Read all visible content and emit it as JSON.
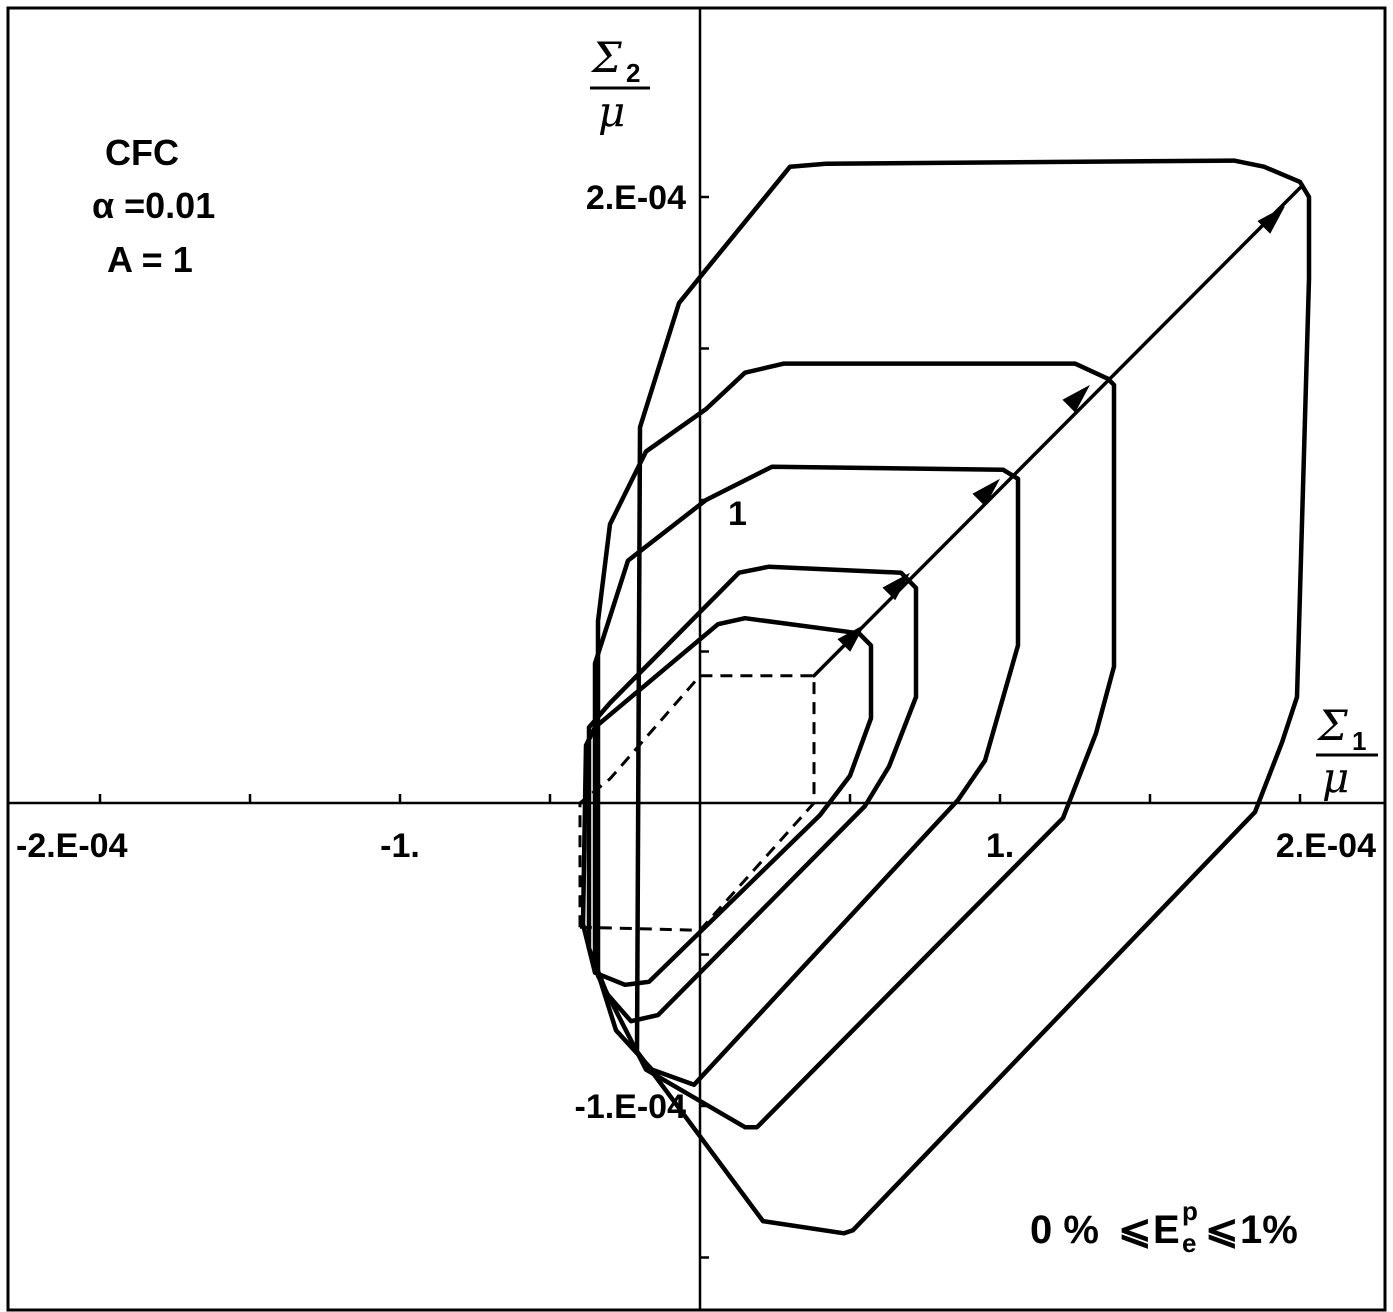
{
  "chart_data": {
    "type": "line",
    "title": "",
    "parameters": {
      "lattice": "CFC",
      "alpha_label": "α =0.01",
      "a_label": "A = 1"
    },
    "xlabel": {
      "numerator": "Σ",
      "sub": "1",
      "denominator": "μ"
    },
    "ylabel": {
      "numerator": "Σ",
      "sub": "2",
      "denominator": "μ"
    },
    "xlim": [
      -0.00023,
      0.00023
    ],
    "ylim": [
      -0.00017,
      0.000265
    ],
    "x_tick_values": [
      -0.0002,
      -0.00015,
      -0.0001,
      -5e-05,
      5e-05,
      0.0001,
      0.00015,
      0.0002
    ],
    "y_tick_values": [
      -0.00015,
      -0.0001,
      -5e-05,
      5e-05,
      0.0001,
      0.00015,
      0.0002
    ],
    "x_tick_labels": [
      {
        "value": -0.0002,
        "text": "-2.E-04"
      },
      {
        "value": -0.0001,
        "text": "-1."
      },
      {
        "value": 0.0001,
        "text": "1."
      },
      {
        "value": 0.0002,
        "text": "2.E-04"
      }
    ],
    "y_tick_labels": [
      {
        "value": 0.0002,
        "text": "2.E-04"
      },
      {
        "value": -0.0001,
        "text": "-1.E-04"
      }
    ],
    "annotations": {
      "curve_label": "1",
      "strain_range": {
        "prefix": "0 %",
        "leq": "⩽",
        "E": "E",
        "sup": "p",
        "sub": "e",
        "suffix": "1%"
      }
    },
    "grid": false,
    "legend": "none",
    "initial_surface_dashed": [
      [
        -4e-05,
        -4.1e-05
      ],
      [
        -4e-05,
        0
      ],
      [
        -3e-05,
        8e-06
      ],
      [
        0,
        4.2e-05
      ],
      [
        3.8e-05,
        4.2e-05
      ],
      [
        3.8e-05,
        0
      ],
      [
        0,
        -4.2e-05
      ],
      [
        -4e-05,
        -4.1e-05
      ]
    ],
    "loading_path": [
      [
        3.8e-05,
        4.2e-05
      ],
      [
        0.0002,
        0.000203
      ]
    ],
    "loading_arrows": [
      [
        5.5e-05,
        5.9e-05
      ],
      [
        7e-05,
        7.6e-05
      ],
      [
        0.0001,
        0.000107
      ],
      [
        0.00013,
        0.000138
      ],
      [
        0.000195,
        0.000197
      ]
    ],
    "series": [
      {
        "points": [
          [
            -3.9e-05,
            -4e-05
          ],
          [
            -3.5e-05,
            -5.6e-05
          ],
          [
            -2.5e-05,
            -6e-05
          ],
          [
            -1.7e-05,
            -5.9e-05
          ],
          [
            4e-05,
            -4e-06
          ],
          [
            5e-05,
            9e-06
          ],
          [
            5.7e-05,
            2.8e-05
          ],
          [
            5.7e-05,
            5.2e-05
          ],
          [
            5.3e-05,
            5.6e-05
          ],
          [
            1.5e-05,
            6.1e-05
          ],
          [
            6e-06,
            5.9e-05
          ],
          [
            -3.5e-05,
            2.5e-05
          ],
          [
            -3.8e-05,
            1.9e-05
          ],
          [
            -3.9e-05,
            -4e-05
          ]
        ]
      },
      {
        "points": [
          [
            -3.7e-05,
            -4.8e-05
          ],
          [
            -3.1e-05,
            -6.3e-05
          ],
          [
            -2.3e-05,
            -7.2e-05
          ],
          [
            -1.4e-05,
            -7e-05
          ],
          [
            5.5e-05,
            -1e-06
          ],
          [
            6.3e-05,
            1.2e-05
          ],
          [
            7.2e-05,
            3.5e-05
          ],
          [
            7.2e-05,
            7.1e-05
          ],
          [
            6.7e-05,
            7.6e-05
          ],
          [
            2.3e-05,
            7.8e-05
          ],
          [
            1.3e-05,
            7.6e-05
          ],
          [
            -3e-05,
            3.3e-05
          ],
          [
            -3.7e-05,
            2.5e-05
          ],
          [
            -3.7e-05,
            -4.8e-05
          ]
        ]
      },
      {
        "points": [
          [
            -3.5e-05,
            -5.3e-05
          ],
          [
            -2.8e-05,
            -7.5e-05
          ],
          [
            -1.6e-05,
            -8.8e-05
          ],
          [
            -2e-06,
            -9.3e-05
          ],
          [
            8.6e-05,
            1e-06
          ],
          [
            9.5e-05,
            1.4e-05
          ],
          [
            0.000106,
            5.2e-05
          ],
          [
            0.000106,
            0.000107
          ],
          [
            0.000101,
            0.00011
          ],
          [
            2.4e-05,
            0.000111
          ],
          [
            1e-05,
            0.000104
          ],
          [
            2e-06,
            0.0001
          ],
          [
            -2.4e-05,
            8e-05
          ],
          [
            -3.5e-05,
            4.6e-05
          ],
          [
            -3.5e-05,
            -5.3e-05
          ]
        ]
      },
      {
        "points": [
          [
            -3.4e-05,
            -5.7e-05
          ],
          [
            -1.8e-05,
            -8.8e-05
          ],
          [
            1.5e-05,
            -0.000107
          ],
          [
            1.9e-05,
            -0.000107
          ],
          [
            0.000121,
            -5e-06
          ],
          [
            0.000132,
            2.3e-05
          ],
          [
            0.000138,
            4.5e-05
          ],
          [
            0.000138,
            0.000138
          ],
          [
            0.000136,
            0.00014
          ],
          [
            0.000125,
            0.000145
          ],
          [
            2.8e-05,
            0.000145
          ],
          [
            1.5e-05,
            0.000142
          ],
          [
            2e-06,
            0.00013
          ],
          [
            -1.8e-05,
            0.000116
          ],
          [
            -3e-05,
            9.2e-05
          ],
          [
            -3.4e-05,
            6e-05
          ],
          [
            -3.4e-05,
            -5.7e-05
          ]
        ]
      },
      {
        "points": [
          [
            -2.1e-05,
            -8.2e-05
          ],
          [
            2.1e-05,
            -0.000138
          ],
          [
            4.8e-05,
            -0.000142
          ],
          [
            5.1e-05,
            -0.000141
          ],
          [
            0.000185,
            -3e-06
          ],
          [
            0.000194,
            2e-05
          ],
          [
            0.000199,
            3.5e-05
          ],
          [
            0.000203,
            0.000173
          ],
          [
            0.000203,
            0.0002
          ],
          [
            0.0002,
            0.000205
          ],
          [
            0.000188,
            0.00021
          ],
          [
            0.000178,
            0.000212
          ],
          [
            4.2e-05,
            0.000211
          ],
          [
            3e-05,
            0.00021
          ],
          [
            2e-06,
            0.000176
          ],
          [
            -7e-06,
            0.000165
          ],
          [
            -2e-05,
            0.000124
          ],
          [
            -2.1e-05,
            -8.2e-05
          ]
        ]
      }
    ]
  }
}
